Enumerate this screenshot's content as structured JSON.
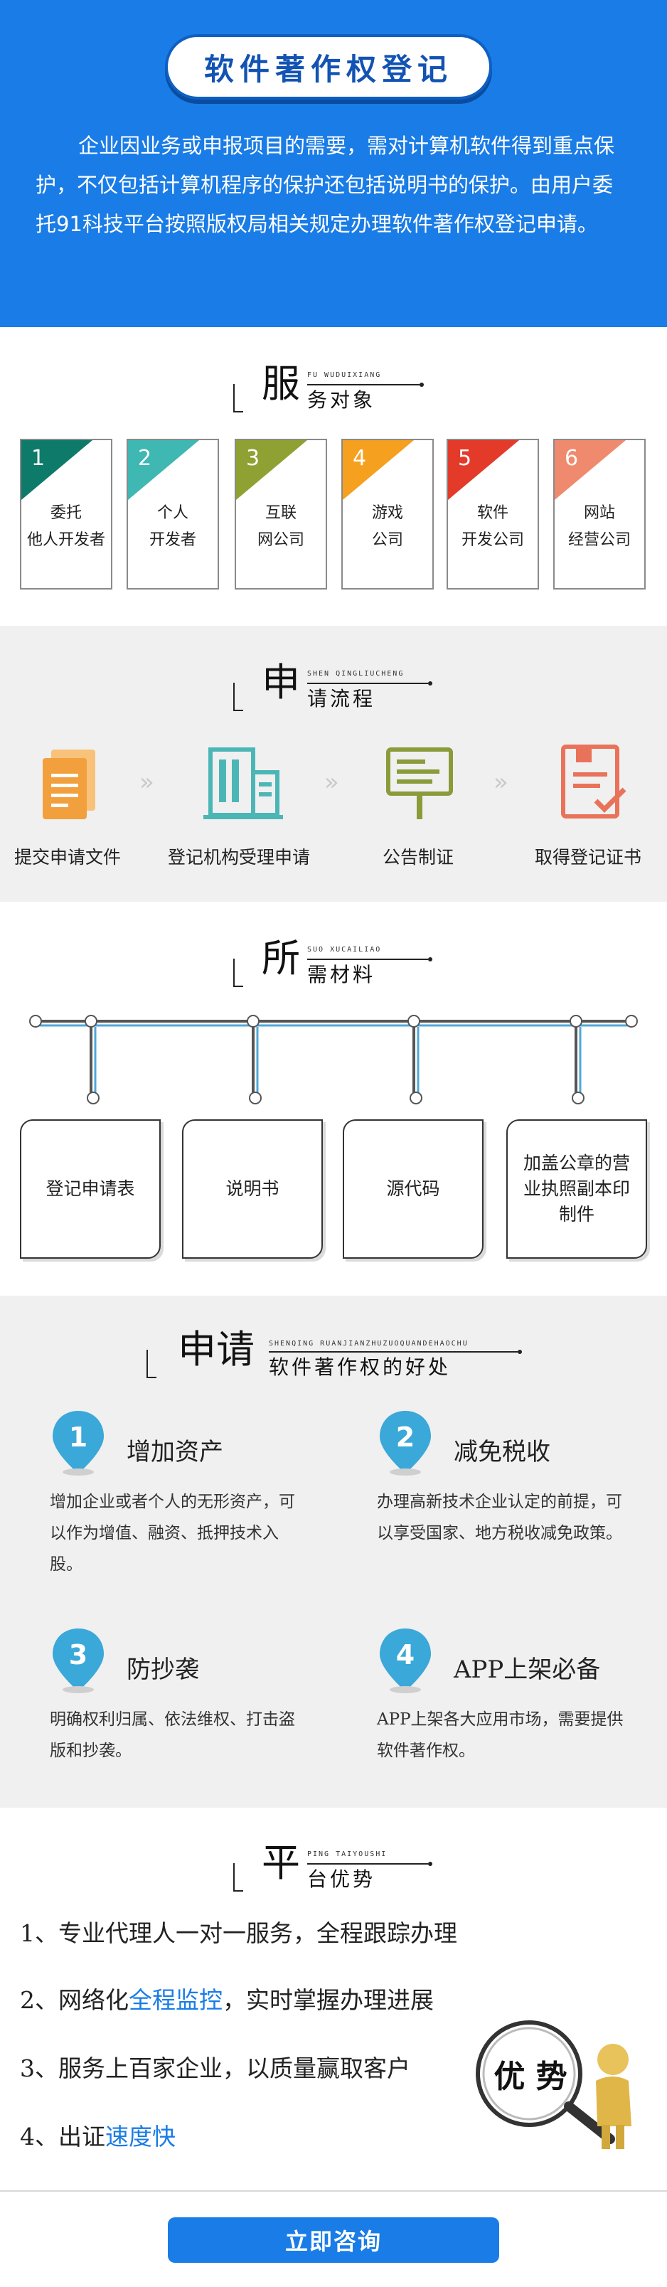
{
  "hero": {
    "title": "软件著作权登记",
    "text": "企业因业务或申报项目的需要，需对计算机软件得到重点保护，不仅包括计算机程序的保护还包括说明书的保护。由用户委托91科技平台按照版权局相关规定办理软件著作权登记申请。"
  },
  "services": {
    "big": "服",
    "small": "务对象",
    "pinyin": "FU WUDUIXIANG",
    "cards": [
      {
        "num": "1",
        "color": "#0e7a6a",
        "line1": "委托",
        "line2": "他人开发者"
      },
      {
        "num": "2",
        "color": "#3fb7b2",
        "line1": "个人",
        "line2": "开发者"
      },
      {
        "num": "3",
        "color": "#8fa133",
        "line1": "互联",
        "line2": "网公司"
      },
      {
        "num": "4",
        "color": "#f5a01e",
        "line1": "游戏",
        "line2": "公司"
      },
      {
        "num": "5",
        "color": "#e33a2a",
        "line1": "软件",
        "line2": "开发公司"
      },
      {
        "num": "6",
        "color": "#f08a6e",
        "line1": "网站",
        "line2": "经营公司"
      }
    ]
  },
  "process": {
    "big": "申",
    "small": "请流程",
    "pinyin": "SHEN QINGLIUCHENG",
    "steps": [
      {
        "label": "提交申请文件",
        "color": "#f2a03d"
      },
      {
        "label": "登记机构受理申请",
        "color": "#4cb6b6"
      },
      {
        "label": "公告制证",
        "color": "#8a9b3a"
      },
      {
        "label": "取得登记证书",
        "color": "#e8735a"
      }
    ],
    "chevron": "»"
  },
  "materials": {
    "big": "所",
    "small": "需材料",
    "pinyin": "SUO XUCAILIAO",
    "items": [
      "登记申请表",
      "说明书",
      "源代码",
      "加盖公章的营业执照副本印制件"
    ]
  },
  "benefits": {
    "big": "申请",
    "small": "软件著作权的好处",
    "pinyin": "SHENQING  RUANJIANZHUZUOQUANDEHAOCHU",
    "items": [
      {
        "num": "1",
        "title": "增加资产",
        "desc": "增加企业或者个人的无形资产，可以作为增值、融资、抵押技术入股。"
      },
      {
        "num": "2",
        "title": "减免税收",
        "desc": "办理高新技术企业认定的前提，可以享受国家、地方税收减免政策。"
      },
      {
        "num": "3",
        "title": "防抄袭",
        "desc": "明确权利归属、依法维权、打击盗版和抄袭。"
      },
      {
        "num": "4",
        "title": "APP上架必备",
        "desc": "APP上架各大应用市场，需要提供软件著作权。"
      }
    ],
    "pin_color": "#3aa8d8"
  },
  "platform": {
    "big": "平",
    "small": "台优势",
    "pinyin": "PING TAIYOUSHI",
    "items": [
      {
        "pre": "1、专业代理人一对一服务，全程跟踪办理",
        "hl": "",
        "post": ""
      },
      {
        "pre": "2、网络化",
        "hl": "全程监控",
        "post": "，实时掌握办理进展"
      },
      {
        "pre": "3、服务上百家企业，以质量赢取客户",
        "hl": "",
        "post": ""
      },
      {
        "pre": "4、出证",
        "hl": "速度快",
        "post": ""
      }
    ],
    "badge": "优 势"
  },
  "cta": {
    "label": "立即咨询"
  },
  "colors": {
    "brand": "#1a7ce6",
    "highlight": "#1a7ce6"
  }
}
